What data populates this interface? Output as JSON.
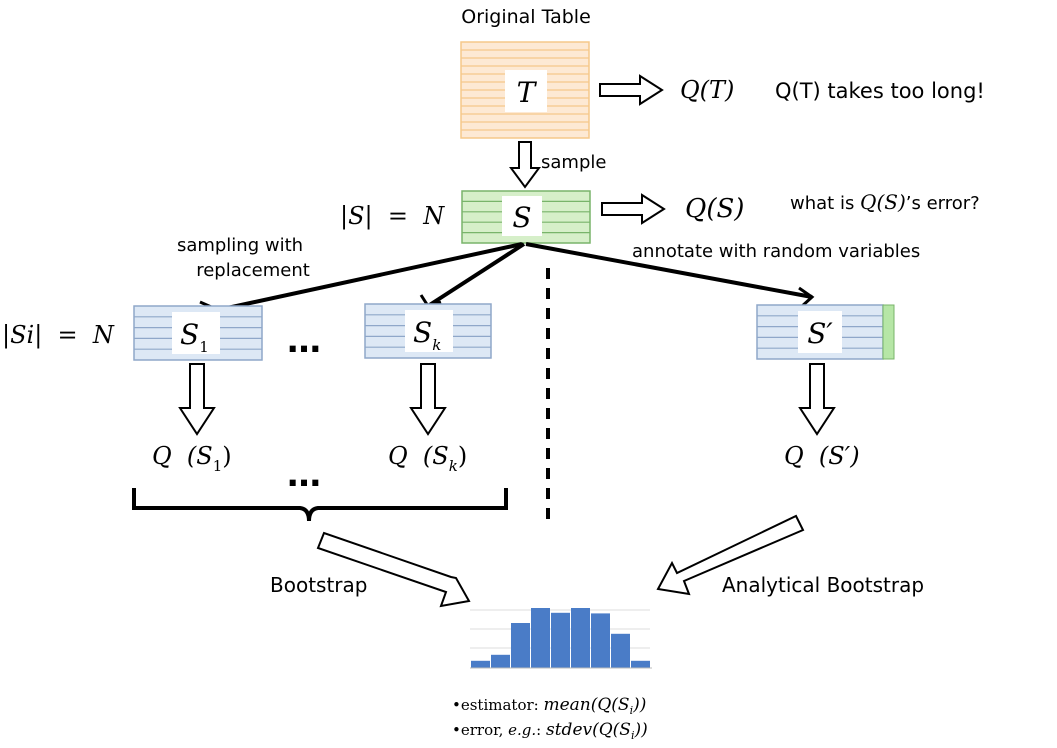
{
  "title": "Original Table",
  "tables": {
    "t": "T",
    "s": "S",
    "s1": "S",
    "s1_sub": "1",
    "sk": "S",
    "sk_sub": "k",
    "sprime": "S′"
  },
  "labels": {
    "query_t": "Q(T)",
    "query_t_slow": "Q(T) takes too long!",
    "sample": "sample",
    "size_s": "|S|  =  N",
    "query_s": "Q(S)",
    "error_question_pre": "what is ",
    "error_question_q": "Q(S)",
    "error_question_post": "’s error?",
    "sampling_line1": "sampling with",
    "sampling_line2": "replacement",
    "annotate": "annotate with random variables",
    "size_si": "|Si|  =  N",
    "ellipsis_tables": "…",
    "ellipsis_results": "…",
    "q_s1": "Q  (S",
    "q_s1_sub": "1",
    "q_sk": "Q  (S",
    "q_sk_sub": "k",
    "q_close": ")",
    "q_sprime": "Q  (S′)",
    "bootstrap": "Bootstrap",
    "analytical_bootstrap": "Analytical Bootstrap",
    "estimator_pre": "•estimator: ",
    "estimator_formula": "mean(Q(S",
    "estimator_sub": "i",
    "estimator_close": "))",
    "error_pre": "•error, ",
    "error_eg": "e.g.",
    "error_colon": ": ",
    "error_formula": "stdev(Q(S",
    "error_sub": "i",
    "error_close": "))"
  },
  "histogram": {
    "values": [
      0.12,
      0.22,
      0.75,
      1.0,
      0.92,
      1.0,
      0.91,
      0.57,
      0.12
    ]
  },
  "colors": {
    "original_fill": "#fde9d4",
    "original_line": "#f5c88a",
    "sample_fill": "#d6efc9",
    "sample_line": "#78b46a",
    "resample_fill": "#dde8f5",
    "resample_line": "#8fa7c9",
    "extra_column": "#b6e6a6",
    "bar": "#4a7cc7"
  }
}
